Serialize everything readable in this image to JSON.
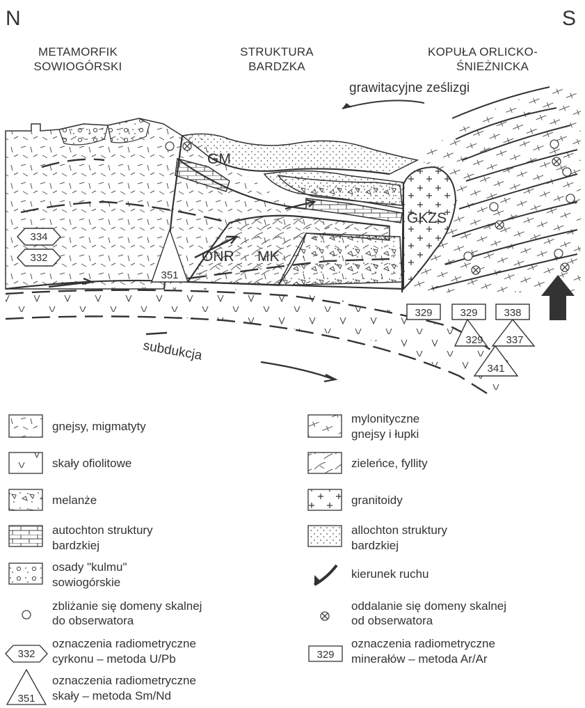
{
  "compass": {
    "north": "N",
    "south": "S"
  },
  "regions": {
    "left": [
      "METAMORFIK",
      "SOWIOGÓRSKI"
    ],
    "middle": [
      "STRUKTURA",
      "BARDZKA"
    ],
    "right": [
      "KOPUŁA ORLICKO-",
      "ŚNIEŻNICKA"
    ]
  },
  "section_labels": {
    "gravity": "grawitacyjne ześlizgi",
    "gm": "GM",
    "gkzs": "GKZS",
    "onr": "ONR",
    "mk": "MK",
    "subduction": "subdukcja"
  },
  "age_markers": {
    "zircon": [
      "334",
      "332"
    ],
    "rock_left": "351",
    "mineral_1": "329",
    "mineral_2": "329",
    "mineral_3": "338",
    "rock_a": "329",
    "rock_b": "337",
    "rock_c": "341"
  },
  "legend": {
    "gneiss": [
      "gnejsy, migmatyty"
    ],
    "ophiolite": [
      "skały ofiolitowe"
    ],
    "melange": [
      "melanże"
    ],
    "autochthon": [
      "autochton struktury",
      "bardzkiej"
    ],
    "culm": [
      "osady \"kulmu\"",
      "sowiogórskie"
    ],
    "approach": [
      "zbliżanie się domeny skalnej",
      "do obserwatora"
    ],
    "zircon": [
      "oznaczenia radiometryczne",
      "cyrkonu – metoda U/Pb"
    ],
    "rock": [
      "oznaczenia radiometryczne",
      "skały – metoda Sm/Nd"
    ],
    "mylonite": [
      "mylonityczne",
      "gnejsy i łupki"
    ],
    "greenschist": [
      "zieleńce, fyllity"
    ],
    "granitoid": [
      "granitoidy"
    ],
    "allochthon": [
      "allochton struktury",
      "bardzkiej"
    ],
    "movement": [
      "kierunek ruchu"
    ],
    "recede": [
      "oddalanie się domeny skalnej",
      "od obserwatora"
    ],
    "mineral": [
      "oznaczenia radiometryczne",
      "minerałów – metoda Ar/Ar"
    ]
  },
  "legend_samples": {
    "zircon": "332",
    "mineral": "329",
    "rock": "351"
  }
}
